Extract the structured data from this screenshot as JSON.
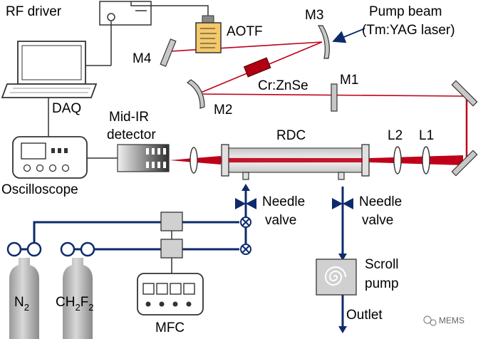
{
  "labels": {
    "rf_driver": "RF driver",
    "aotf": "AOTF",
    "m3": "M3",
    "m4": "M4",
    "m2": "M2",
    "m1": "M1",
    "pump_line1": "Pump beam",
    "pump_line2": "(Tm:YAG laser)",
    "crystal": "Cr:ZnSe",
    "daq": "DAQ",
    "midir_line1": "Mid-IR",
    "midir_line2": "detector",
    "rdc": "RDC",
    "l2": "L2",
    "l1": "L1",
    "oscilloscope": "Oscilloscope",
    "needle_left_1": "Needle",
    "needle_left_2": "valve",
    "needle_right_1": "Needle",
    "needle_right_2": "valve",
    "scroll_1": "Scroll",
    "scroll_2": "pump",
    "outlet": "Outlet",
    "n2_base": "N",
    "n2_sub": "2",
    "ch2f2_a": "CH",
    "ch2f2_sub1": "2",
    "ch2f2_b": "F",
    "ch2f2_sub2": "2",
    "mfc": "MFC",
    "watermark": "MEMS"
  },
  "colors": {
    "laser": "#c0001a",
    "gas_line": "#0d2a6b",
    "component_fill": "#d0d0d0",
    "outline": "#333333"
  }
}
